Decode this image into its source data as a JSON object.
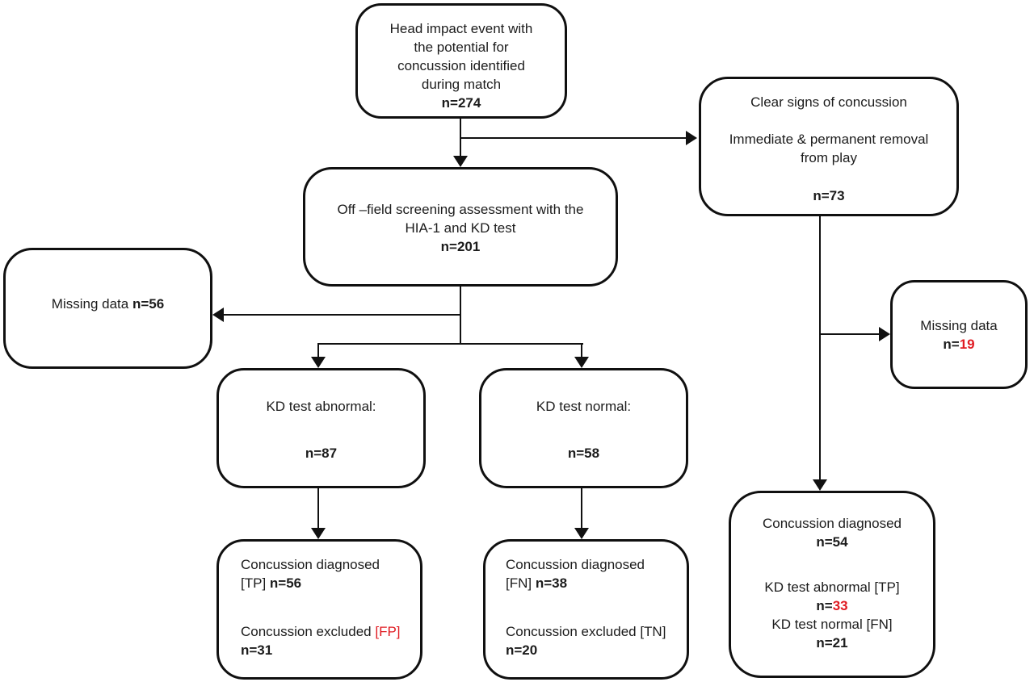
{
  "diagram": {
    "type": "flowchart",
    "colors": {
      "line": "#111111",
      "text": "#1c1c1c",
      "highlight_red": "#e01b22",
      "background": "#ffffff"
    },
    "boxes": {
      "head_impact": {
        "line1": "Head impact event with",
        "line2": "the potential for",
        "line3": "concussion identified",
        "line4": "during match",
        "n": "n=274"
      },
      "clear_signs": {
        "line1": "Clear signs of concussion",
        "line2": "Immediate & permanent removal",
        "line3": "from play",
        "n": "n=73"
      },
      "off_field": {
        "line1": "Off –field screening assessment with the",
        "line2": "HIA-1 and KD test",
        "n": "n=201"
      },
      "missing_left": {
        "label": "Missing data",
        "n": "n=56"
      },
      "missing_right": {
        "label": "Missing data",
        "n_prefix": "n=",
        "n_value": "19"
      },
      "kd_abnormal": {
        "label": "KD test abnormal:",
        "n": "n=87"
      },
      "kd_normal": {
        "label": "KD test normal:",
        "n": "n=58"
      },
      "tp_fp": {
        "line1": "Concussion diagnosed",
        "tag": "[TP]",
        "tag_n": "n=56",
        "line3": "Concussion excluded",
        "line3_tag": "[FP]",
        "n2": "n=31"
      },
      "fn_tn": {
        "line1": "Concussion diagnosed",
        "tag": "[FN]",
        "tag_n": "n=38",
        "line3": "Concussion excluded [TN]",
        "n2": "n=20"
      },
      "diagnosed": {
        "line1": "Concussion diagnosed",
        "n1": "n=54",
        "line2": "KD test abnormal [TP]",
        "n2_prefix": "n=",
        "n2_value": "33",
        "line3": "KD test normal [FN]",
        "n3": "n=21"
      }
    }
  }
}
